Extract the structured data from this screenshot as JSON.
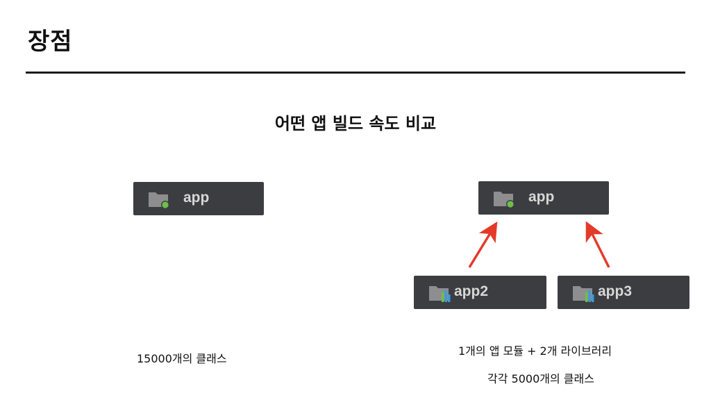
{
  "header": {
    "title": "장점"
  },
  "subtitle": "어떤 앱 빌드 속도 비교",
  "left": {
    "module_label": "app",
    "caption": "15000개의 클래스"
  },
  "right": {
    "main_module_label": "app",
    "lib_modules": [
      {
        "label": "app2"
      },
      {
        "label": "app3"
      }
    ],
    "caption_line1": "1개의 앱 모듈 + 2개 라이브러리",
    "caption_line2": "각각 5000개의 클래스"
  },
  "colors": {
    "module_bg": "#3c3d40",
    "module_text": "#d7d7d7",
    "app_dot": "#6cc04a",
    "arrow": "#e33a2a",
    "lib_bar_green": "#6cc04a",
    "lib_bar_blue": "#3d9ad9"
  },
  "icons": {
    "app_module": "folder-with-green-dot-icon",
    "library_module": "folder-with-bar-chart-icon"
  }
}
